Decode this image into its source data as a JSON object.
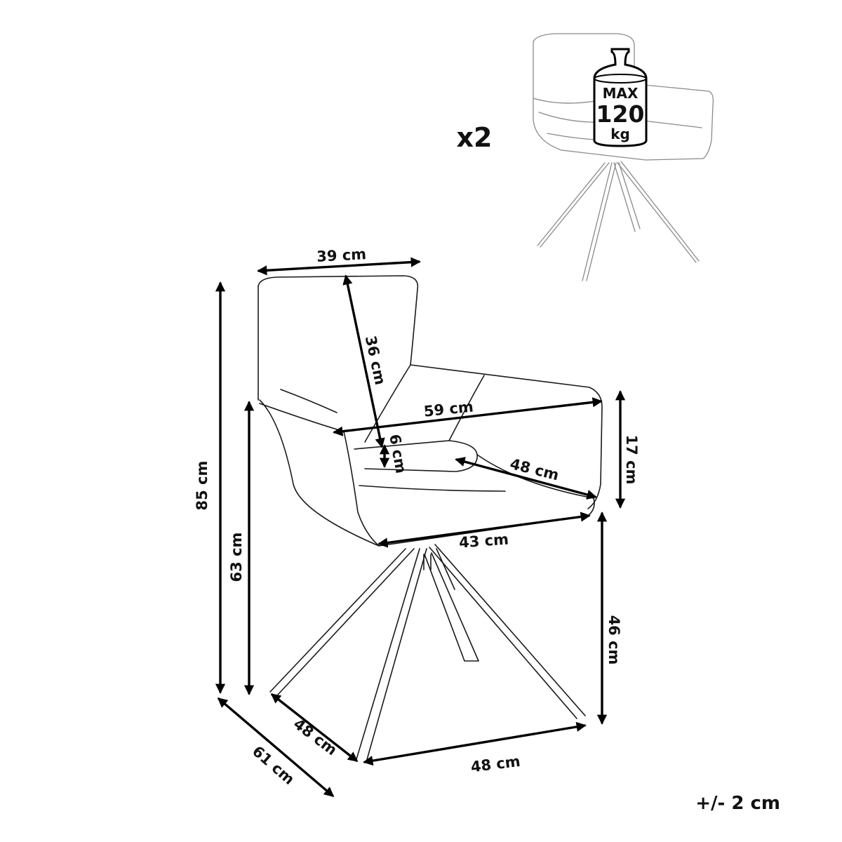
{
  "quantity": "x2",
  "badge": {
    "line1": "MAX",
    "line2": "120",
    "line3": "kg"
  },
  "dimensions": {
    "back_width": "39 cm",
    "back_height": "36 cm",
    "arm_width": "59 cm",
    "arm_gap": "6 cm",
    "seat_depth": "48 cm",
    "arm_height": "17 cm",
    "seat_width": "43 cm",
    "total_height": "85 cm",
    "arm_floor_height": "63 cm",
    "seat_height": "46 cm",
    "base_depth": "48 cm",
    "base_width": "48 cm",
    "total_depth": "61 cm"
  },
  "tolerance": "+/- 2 cm"
}
